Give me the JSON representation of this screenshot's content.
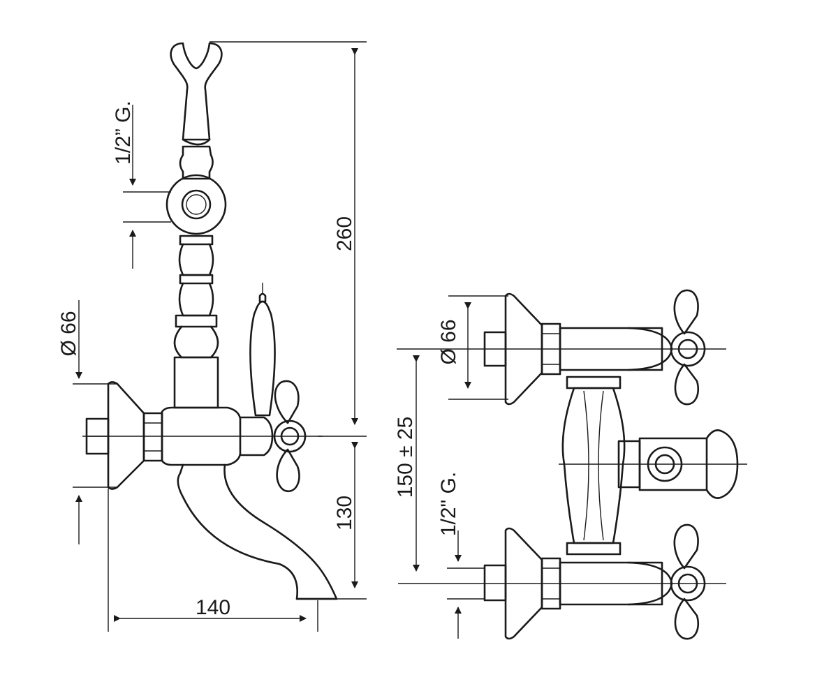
{
  "dimensions": {
    "height_total": "260",
    "spout_height": "130",
    "spout_projection": "140",
    "flange_diameter_left": "Ø 66",
    "flange_diameter_right": "Ø 66",
    "connection_thread_top": "1/2” G.",
    "connection_thread_right": "1/2\" G.",
    "center_distance": "150 ± 25"
  }
}
